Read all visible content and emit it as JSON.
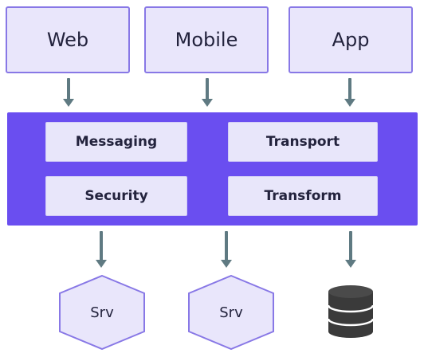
{
  "clients": [
    {
      "label": "Web"
    },
    {
      "label": "Mobile"
    },
    {
      "label": "App"
    }
  ],
  "platform": {
    "modules": [
      {
        "label": "Messaging"
      },
      {
        "label": "Transport"
      },
      {
        "label": "Security"
      },
      {
        "label": "Transform"
      }
    ]
  },
  "backends": {
    "services": [
      {
        "label": "Srv"
      },
      {
        "label": "Srv"
      }
    ],
    "database_icon": "database-icon"
  },
  "colors": {
    "client_fill": "#e9e6fb",
    "client_border": "#8878e6",
    "platform_fill": "#6a4ef0",
    "module_fill": "#e8e6fa",
    "arrow": "#5f7a82",
    "database": "#3a3a3a",
    "text": "#23233d"
  }
}
